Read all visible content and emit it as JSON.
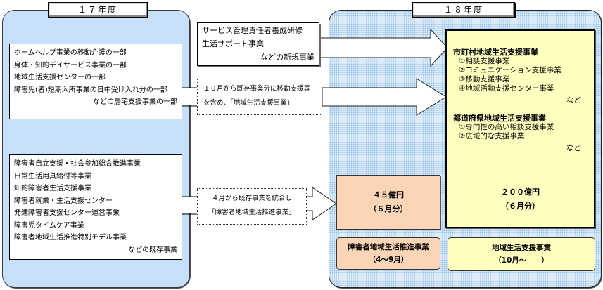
{
  "fy17": {
    "year_label": "１７年度",
    "home_support_group": {
      "items": [
        "ホームヘルプ事業の移動介護の一部",
        "身体・知的デイサービス事業の一部",
        "地域生活支援センターの一部",
        "障害児(者)短期入所事業の日中受け入れ分の一部"
      ],
      "tail": "などの居宅支援事業の一部"
    },
    "existing_group": {
      "items": [
        "障害者自立支援・社会参加総合推進事業",
        "日常生活用具給付等事業",
        "知的障害者生活支援事業",
        "障害者就業・生活支援センター",
        "発達障害者支援センター運営事業",
        "障害児タイムケア事業",
        "障害者地域生活推進特別モデル事業"
      ],
      "tail": "などの既存事業"
    }
  },
  "transitions": {
    "new_business": {
      "lines": [
        "サービス管理責任者養成研修",
        "生活サポート事業"
      ],
      "tail": "などの新規事業"
    },
    "october_note": {
      "lines": [
        "１０月から既存事業分に移動支援等",
        "を含め、「地域生活支援事業」"
      ]
    },
    "april_note": {
      "lines": [
        "４月から既存事業を統合し",
        "「障害者地域生活推進事業」"
      ]
    }
  },
  "fy18": {
    "year_label": "１８年度",
    "municipal": {
      "title": "市町村地域生活支援事業",
      "items": [
        "①相談支援事業",
        "②コミュニケーション支援事業",
        "③移動支援事業",
        "④地域活動支援センター事業"
      ],
      "tail": "など"
    },
    "prefectural": {
      "title": "都道府県地域生活支援事業",
      "items": [
        "①専門性の高い相談支援事業",
        "②広域的な支援事業"
      ],
      "tail": "など"
    },
    "big_budget": {
      "amount": "２００億円",
      "period": "（６月分）"
    },
    "small_budget": {
      "amount": "４５億円",
      "period": "（６月分）"
    },
    "promotion_program": {
      "name": "障害者地域生活推進事業",
      "period": "（4～9月）"
    },
    "support_program": {
      "name": "地域生活支援事業",
      "period": "（10月～　　）"
    }
  },
  "colors": {
    "fy17_panel": "#c6e0fb",
    "fy18_panel": "#dcebf8",
    "yellow_box": "#ffffc0",
    "orange_box": "#fbd5b5"
  }
}
